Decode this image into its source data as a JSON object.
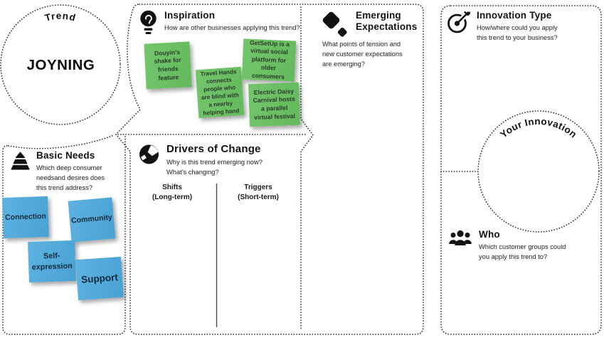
{
  "canvas": {
    "trend": {
      "label": "Trend",
      "name": "JOYNING"
    },
    "inspiration": {
      "title": "Inspiration",
      "subtitle": "How are other businesses applying this trend?",
      "notes": [
        "Douyin's shake for friends feature",
        "Travel Hands connects people who are blind with a nearby helping hand",
        "GetSetUp is a virtual social platform for older consumers",
        "Electric Daisy Carnival hosts a parallel virtual festival"
      ]
    },
    "emerging_expectations": {
      "title": "Emerging\nExpectations",
      "subtitle": "What points of tension and\nnew customer expectations\nare emerging?"
    },
    "innovation_type": {
      "title": "Innovation Type",
      "subtitle": "How/where could you apply\nthis trend to your business?"
    },
    "drivers_of_change": {
      "title": "Drivers of Change",
      "subtitle": "Why is this trend emerging now?\nWhat's changing?",
      "columns": [
        {
          "label": "Shifts\n(Long-term)"
        },
        {
          "label": "Triggers\n(Short-term)"
        }
      ]
    },
    "basic_needs": {
      "title": "Basic Needs",
      "subtitle": "Which deep consumer\nneedsand desires does\nthis trend address?",
      "notes": [
        "Connection",
        "Community",
        "Self-expression",
        "Support"
      ]
    },
    "who": {
      "title": "Who",
      "subtitle": "Which customer groups could\nyou apply this trend to?"
    },
    "your_innovation": {
      "label": "Your Innovation"
    },
    "icons": {
      "inspiration": "lightbulb-icon",
      "emerging_expectations": "diamonds-icon",
      "innovation_type": "target-arrow-icon",
      "drivers_of_change": "globe-icon",
      "basic_needs": "pyramid-icon",
      "who": "people-group-icon"
    },
    "colors": {
      "note_green": "#6abf62",
      "note_blue": "#54aadc",
      "ink": "#111111"
    }
  }
}
